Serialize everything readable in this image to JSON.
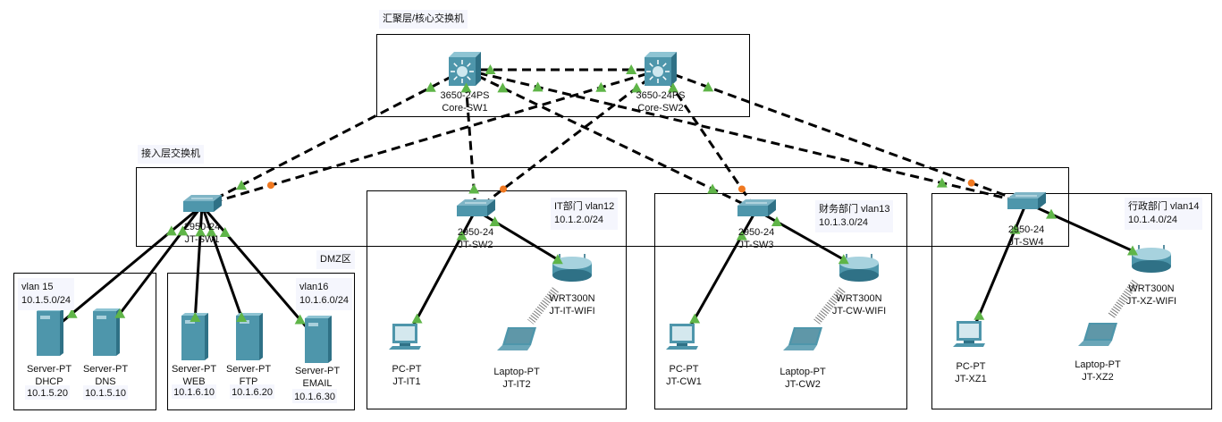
{
  "areas": {
    "core_title": "汇聚层/核心交换机",
    "access_title": "接入层交换机",
    "dmz_title": "DMZ区",
    "it": {
      "line1": "IT部门 vlan12",
      "line2": "10.1.2.0/24"
    },
    "cw": {
      "line1": "财务部门 vlan13",
      "line2": "10.1.3.0/24"
    },
    "xz": {
      "line1": "行政部门 vlan14",
      "line2": "10.1.4.0/24"
    },
    "vlan15": {
      "line1": "vlan 15",
      "line2": "10.1.5.0/24"
    },
    "vlan16": {
      "line1": "vlan16",
      "line2": "10.1.6.0/24"
    }
  },
  "devices": [
    {
      "id": "core1",
      "type": "multilayer-switch",
      "model": "3650-24PS",
      "name": "Core-SW1"
    },
    {
      "id": "core2",
      "type": "multilayer-switch",
      "model": "3650-24PS",
      "name": "Core-SW2"
    },
    {
      "id": "sw1",
      "type": "switch",
      "model": "2950-24",
      "name": "JT-SW1"
    },
    {
      "id": "sw2",
      "type": "switch",
      "model": "2950-24",
      "name": "JT-SW2"
    },
    {
      "id": "sw3",
      "type": "switch",
      "model": "2950-24",
      "name": "JT-SW3"
    },
    {
      "id": "sw4",
      "type": "switch",
      "model": "2950-24",
      "name": "JT-SW4"
    },
    {
      "id": "r1",
      "type": "wireless-router",
      "model": "WRT300N",
      "name": "JT-IT-WIFI"
    },
    {
      "id": "r2",
      "type": "wireless-router",
      "model": "WRT300N",
      "name": "JT-CW-WIFI"
    },
    {
      "id": "r3",
      "type": "wireless-router",
      "model": "WRT300N",
      "name": "JT-XZ-WIFI"
    },
    {
      "id": "pc1",
      "type": "pc",
      "model": "PC-PT",
      "name": "JT-IT1"
    },
    {
      "id": "pc2",
      "type": "pc",
      "model": "PC-PT",
      "name": "JT-CW1"
    },
    {
      "id": "pc3",
      "type": "pc",
      "model": "PC-PT",
      "name": "JT-XZ1"
    },
    {
      "id": "lt1",
      "type": "laptop",
      "model": "Laptop-PT",
      "name": "JT-IT2"
    },
    {
      "id": "lt2",
      "type": "laptop",
      "model": "Laptop-PT",
      "name": "JT-CW2"
    },
    {
      "id": "lt3",
      "type": "laptop",
      "model": "Laptop-PT",
      "name": "JT-XZ2"
    },
    {
      "id": "dhcp",
      "type": "server",
      "model": "Server-PT",
      "name": "DHCP",
      "ip": "10.1.5.20"
    },
    {
      "id": "dns",
      "type": "server",
      "model": "Server-PT",
      "name": "DNS",
      "ip": "10.1.5.10"
    },
    {
      "id": "web",
      "type": "server",
      "model": "Server-PT",
      "name": "WEB",
      "ip": "10.1.6.10"
    },
    {
      "id": "ftp",
      "type": "server",
      "model": "Server-PT",
      "name": "FTP",
      "ip": "10.1.6.20"
    },
    {
      "id": "email",
      "type": "server",
      "model": "Server-PT",
      "name": "EMAIL",
      "ip": "10.1.6.30"
    }
  ],
  "links": [
    {
      "from": "core1",
      "to": "core2",
      "style": "crossover"
    },
    {
      "from": "core1",
      "to": "sw1",
      "style": "crossover"
    },
    {
      "from": "core2",
      "to": "sw1",
      "style": "crossover",
      "state": "blocking"
    },
    {
      "from": "core1",
      "to": "sw2",
      "style": "crossover"
    },
    {
      "from": "core2",
      "to": "sw2",
      "style": "crossover",
      "state": "blocking"
    },
    {
      "from": "core1",
      "to": "sw3",
      "style": "crossover"
    },
    {
      "from": "core2",
      "to": "sw3",
      "style": "crossover",
      "state": "blocking"
    },
    {
      "from": "core1",
      "to": "sw4",
      "style": "crossover"
    },
    {
      "from": "core2",
      "to": "sw4",
      "style": "crossover",
      "state": "blocking"
    },
    {
      "from": "sw1",
      "to": "dhcp",
      "style": "straight"
    },
    {
      "from": "sw1",
      "to": "dns",
      "style": "straight"
    },
    {
      "from": "sw1",
      "to": "web",
      "style": "straight"
    },
    {
      "from": "sw1",
      "to": "ftp",
      "style": "straight"
    },
    {
      "from": "sw1",
      "to": "email",
      "style": "straight"
    },
    {
      "from": "sw2",
      "to": "pc1",
      "style": "straight"
    },
    {
      "from": "sw2",
      "to": "r1",
      "style": "straight"
    },
    {
      "from": "sw3",
      "to": "pc2",
      "style": "straight"
    },
    {
      "from": "sw3",
      "to": "r2",
      "style": "straight"
    },
    {
      "from": "sw4",
      "to": "pc3",
      "style": "straight"
    },
    {
      "from": "sw4",
      "to": "r3",
      "style": "straight"
    },
    {
      "from": "r1",
      "to": "lt1",
      "style": "wireless"
    },
    {
      "from": "r2",
      "to": "lt2",
      "style": "wireless"
    },
    {
      "from": "r3",
      "to": "lt3",
      "style": "wireless"
    }
  ],
  "colors": {
    "link_up": "#5fb548",
    "link_blocking": "#f07820",
    "device": "#4e96ab",
    "device_dark": "#2f7186"
  }
}
